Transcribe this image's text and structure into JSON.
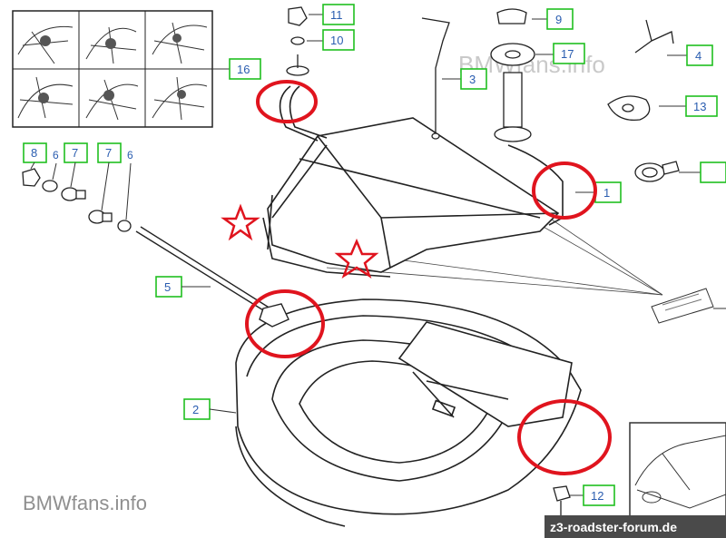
{
  "watermark_top": "BMWfans.info",
  "watermark_bottom": "BMWfans.info",
  "forum_badge": "z3-roadster-forum.de",
  "colors": {
    "label_border": "#20c020",
    "label_text": "#2a5db0",
    "highlight": "#e0141e",
    "line": "#1a1a1a"
  },
  "labels": {
    "l1": "1",
    "l2": "2",
    "l3": "3",
    "l4": "4",
    "l5": "5",
    "l6a": "6",
    "l6b": "6",
    "l7a": "7",
    "l7b": "7",
    "l8": "8",
    "l9": "9",
    "l10": "10",
    "l11": "11",
    "l12": "12",
    "l13": "13",
    "l16": "16",
    "l17": "17"
  }
}
